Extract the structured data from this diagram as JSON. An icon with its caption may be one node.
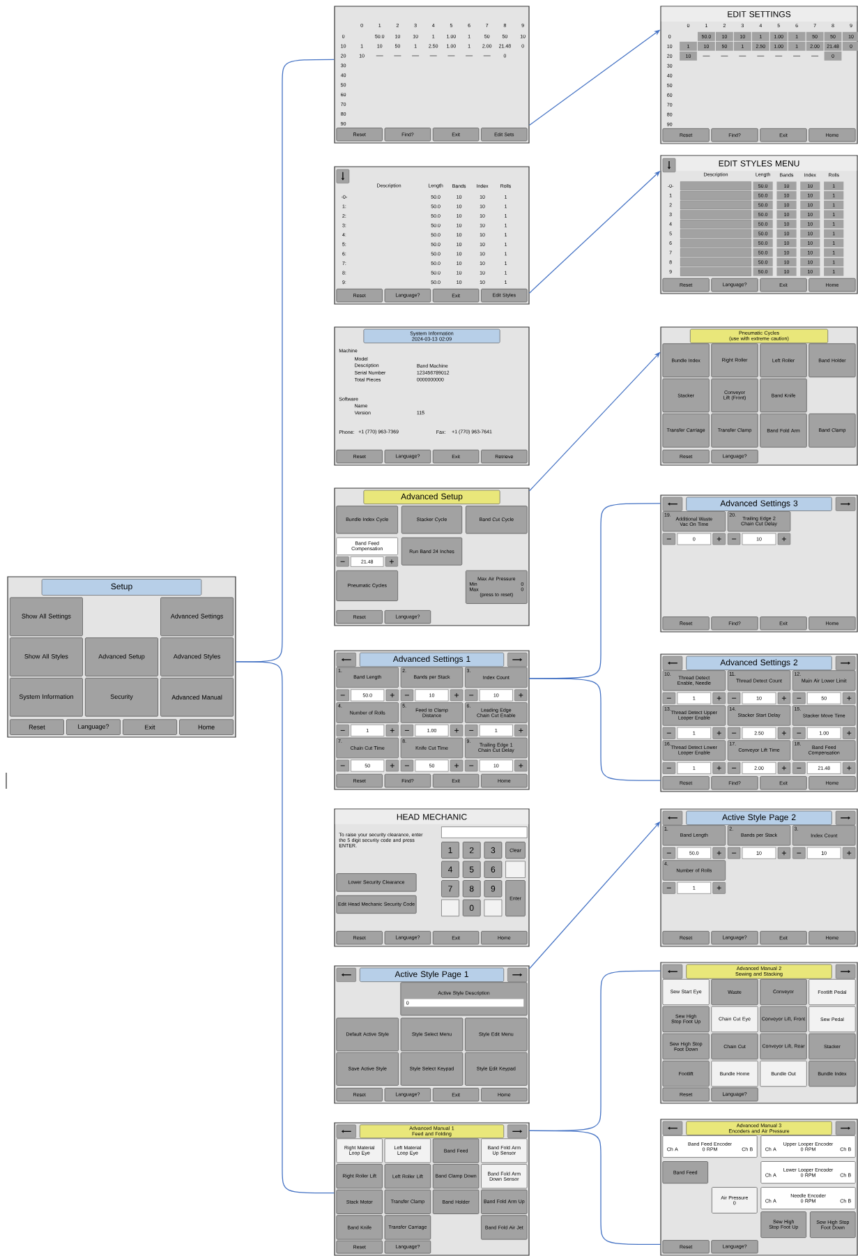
{
  "diagram": {
    "nodes": [
      {
        "text": [
          "Setup"
        ]
      },
      {
        "text": [
          "Show All Settings"
        ],
        "in": 0
      },
      {
        "text": [
          "Advanced Settings"
        ],
        "in": 0
      },
      {
        "text": [
          "Show All Styles"
        ],
        "in": 0
      },
      {
        "text": [
          "Advanced Setup"
        ],
        "in": 0
      },
      {
        "text": [
          "Advanced Styles"
        ],
        "in": 0
      },
      {
        "text": [
          "System Information"
        ],
        "in": 0
      },
      {
        "text": [
          "Security"
        ],
        "in": 0
      },
      {
        "text": [
          "Advanced Manual"
        ],
        "in": 0
      },
      {
        "text": [
          "Reset"
        ],
        "in": 0
      },
      {
        "text": [
          "Language?"
        ],
        "in": 0
      },
      {
        "text": [
          "Exit"
        ],
        "in": 0
      },
      {
        "text": [
          "Home"
        ],
        "in": 0
      },
      {
        "text": [],
        "shape": "box"
      },
      {
        "text": [
          "Reset"
        ],
        "in": 13
      },
      {
        "text": [
          "Find?"
        ],
        "in": 13
      },
      {
        "text": [
          "Exit"
        ],
        "in": 13
      },
      {
        "text": [
          "Edit Sets"
        ],
        "in": 13
      },
      {
        "text": [],
        "shape": "box"
      },
      {
        "text": [
          "Reset"
        ],
        "in": 18
      },
      {
        "text": [
          "Language?"
        ],
        "in": 18
      },
      {
        "text": [
          "Exit"
        ],
        "in": 18
      },
      {
        "text": [
          "Edit Styles"
        ],
        "in": 18
      },
      {
        "text": [
          "System Information",
          "2024-03-13 02:09"
        ]
      },
      {
        "text": [
          "Reset"
        ],
        "in": 23
      },
      {
        "text": [
          "Language?"
        ],
        "in": 23
      },
      {
        "text": [
          "Exit"
        ],
        "in": 23
      },
      {
        "text": [
          "Retrieve"
        ],
        "in": 23
      },
      {
        "text": [
          "Advanced Setup"
        ]
      },
      {
        "text": [
          "Bundle Index Cycle"
        ],
        "in": 28
      },
      {
        "text": [
          "Stacker Cycle"
        ],
        "in": 28
      },
      {
        "text": [
          "Band Cut Cycle"
        ],
        "in": 28
      },
      {
        "text": [
          "Band Feed Compensation",
          "21.48"
        ],
        "in": 28
      },
      {
        "text": [
          "Run Band 24 Inches"
        ],
        "in": 28
      },
      {
        "text": [
          "Pneumatic Cycles"
        ],
        "in": 28
      },
      {
        "text": [
          "Max Air Pressure",
          "Min",
          "0",
          "Max",
          "0",
          "(press to reset)"
        ],
        "in": 28
      },
      {
        "text": [
          "Reset"
        ],
        "in": 28
      },
      {
        "text": [
          "Language?"
        ],
        "in": 28
      },
      {
        "text": [
          "Advanced Settings 1"
        ]
      },
      {
        "text": [
          "1.",
          "Band Length",
          "50.0"
        ],
        "in": 38
      },
      {
        "text": [
          "2.",
          "Bands per Stack",
          "10"
        ],
        "in": 38
      },
      {
        "text": [
          "3.",
          "Index Count",
          "10"
        ],
        "in": 38
      },
      {
        "text": [
          "4.",
          "Number of Rolls",
          "1"
        ],
        "in": 38
      },
      {
        "text": [
          "5.",
          "Feed to Clamp Distance",
          "1.00"
        ],
        "in": 38
      },
      {
        "text": [
          "6.",
          "Leading Edge Chain Cut Enable",
          "1"
        ],
        "in": 38
      },
      {
        "text": [
          "7.",
          "Chain Cut Time",
          "50"
        ],
        "in": 38
      },
      {
        "text": [
          "8.",
          "Knife Cut Time",
          "50"
        ],
        "in": 38
      },
      {
        "text": [
          "9.",
          "Trailing Edge 1 Chain Cut Delay",
          "10"
        ],
        "in": 38
      },
      {
        "text": [
          "Reset"
        ],
        "in": 38
      },
      {
        "text": [
          "Find?"
        ],
        "in": 38
      },
      {
        "text": [
          "Exit"
        ],
        "in": 38
      },
      {
        "text": [
          "Home"
        ],
        "in": 38
      },
      {
        "text": [
          "HEAD MECHANIC"
        ]
      },
      {
        "text": [],
        "shape": "box",
        "in": 52
      },
      {
        "text": [
          "1"
        ],
        "in": 52
      },
      {
        "text": [
          "2"
        ],
        "in": 52
      },
      {
        "text": [
          "3"
        ],
        "in": 52
      },
      {
        "text": [
          "Clear"
        ],
        "in": 52
      },
      {
        "text": [
          "4"
        ],
        "in": 52
      },
      {
        "text": [
          "5"
        ],
        "in": 52
      },
      {
        "text": [
          "6"
        ],
        "in": 52
      },
      {
        "text": [],
        "shape": "box",
        "in": 52
      },
      {
        "text": [
          "7"
        ],
        "in": 52
      },
      {
        "text": [
          "8"
        ],
        "in": 52
      },
      {
        "text": [
          "9"
        ],
        "in": 52
      },
      {
        "text": [
          "Enter"
        ],
        "in": 52
      },
      {
        "text": [],
        "shape": "box",
        "in": 52
      },
      {
        "text": [
          "0"
        ],
        "in": 52
      },
      {
        "text": [],
        "shape": "box",
        "in": 52
      },
      {
        "text": [
          "Lower Security Clearance"
        ],
        "in": 52
      },
      {
        "text": [
          "Edit Head Mechanic Security Code"
        ],
        "in": 52
      },
      {
        "text": [
          "Reset"
        ],
        "in": 52
      },
      {
        "text": [
          "Language?"
        ],
        "in": 52
      },
      {
        "text": [
          "Exit"
        ],
        "in": 52
      },
      {
        "text": [
          "Home"
        ],
        "in": 52
      },
      {
        "text": [
          "Active Style Page 1"
        ]
      },
      {
        "text": [
          "Active Style Description",
          "0"
        ],
        "in": 75
      },
      {
        "text": [
          "Default Active Style"
        ],
        "in": 75
      },
      {
        "text": [
          "Style Select Menu"
        ],
        "in": 75
      },
      {
        "text": [
          "Style Edit Menu"
        ],
        "in": 75
      },
      {
        "text": [
          "Save Active Style"
        ],
        "in": 75
      },
      {
        "text": [
          "Style Select Keypad"
        ],
        "in": 75
      },
      {
        "text": [
          "Style Edit Keypad"
        ],
        "in": 75
      },
      {
        "text": [
          "Reset"
        ],
        "in": 75
      },
      {
        "text": [
          "Language?"
        ],
        "in": 75
      },
      {
        "text": [
          "Exit"
        ],
        "in": 75
      },
      {
        "text": [
          "Home"
        ],
        "in": 75
      },
      {
        "text": [
          "Advanced Manual 1",
          "Feed and Folding"
        ]
      },
      {
        "text": [
          "Right Material Loop Eye"
        ],
        "in": 87
      },
      {
        "text": [
          "Left Material Loop Eye"
        ],
        "in": 87
      },
      {
        "text": [
          "Band Feed"
        ],
        "in": 87
      },
      {
        "text": [
          "Band Fold Arm Up Sensor"
        ],
        "in": 87
      },
      {
        "text": [
          "Right Roller Lift"
        ],
        "in": 87
      },
      {
        "text": [
          "Left Roller Lift"
        ],
        "in": 87
      },
      {
        "text": [
          "Band Clamp Down"
        ],
        "in": 87
      },
      {
        "text": [
          "Band Fold Arm Down Sensor"
        ],
        "in": 87
      },
      {
        "text": [
          "Stack Motor"
        ],
        "in": 87
      },
      {
        "text": [
          "Transfer Clamp"
        ],
        "in": 87
      },
      {
        "text": [
          "Band Holder"
        ],
        "in": 87
      },
      {
        "text": [
          "Band Fold Arm Up"
        ],
        "in": 87
      },
      {
        "text": [
          "Band Knife"
        ],
        "in": 87
      },
      {
        "text": [
          "Transfer Carriage"
        ],
        "in": 87
      },
      {
        "text": [
          "Band Fold Air Jet"
        ],
        "in": 87
      },
      {
        "text": [
          "Reset"
        ],
        "in": 87
      },
      {
        "text": [
          "Language?"
        ],
        "in": 87
      },
      {
        "text": [
          "EDIT SETTINGS"
        ]
      },
      {
        "text": [
          "Reset"
        ],
        "in": 105
      },
      {
        "text": [
          "Find?"
        ],
        "in": 105
      },
      {
        "text": [
          "Exit"
        ],
        "in": 105
      },
      {
        "text": [
          "Home"
        ],
        "in": 105
      },
      {
        "text": [
          "EDIT STYLES MENU"
        ]
      },
      {
        "text": [
          "Reset"
        ],
        "in": 110
      },
      {
        "text": [
          "Language?"
        ],
        "in": 110
      },
      {
        "text": [
          "Exit"
        ],
        "in": 110
      },
      {
        "text": [
          "Home"
        ],
        "in": 110
      },
      {
        "text": [
          "Pneumatic Cycles",
          "(use with extreme caution)"
        ]
      },
      {
        "text": [
          "Bundle Index"
        ],
        "in": 115
      },
      {
        "text": [
          "Right Roller"
        ],
        "in": 115
      },
      {
        "text": [
          "Left Roller"
        ],
        "in": 115
      },
      {
        "text": [
          "Band Holder"
        ],
        "in": 115
      },
      {
        "text": [
          "Stacker"
        ],
        "in": 115
      },
      {
        "text": [
          "Conveyor Lift (Front)"
        ],
        "in": 115
      },
      {
        "text": [
          "Band Knife"
        ],
        "in": 115
      },
      {
        "text": [
          "Transfer Carriage"
        ],
        "in": 115
      },
      {
        "text": [
          "Transfer Clamp"
        ],
        "in": 115
      },
      {
        "text": [
          "Band Fold Arm"
        ],
        "in": 115
      },
      {
        "text": [
          "Band Clamp"
        ],
        "in": 115
      },
      {
        "text": [
          "Reset"
        ],
        "in": 115
      },
      {
        "text": [
          "Language?"
        ],
        "in": 115
      },
      {
        "text": [
          "Advanced Settings 3"
        ]
      },
      {
        "text": [
          "19.",
          "Additional Waste Vac On Time",
          "0"
        ],
        "in": 129
      },
      {
        "text": [
          "20.",
          "Trailing Edge 2 Chain Cut Delay",
          "10"
        ],
        "in": 129
      },
      {
        "text": [
          "Reset"
        ],
        "in": 129
      },
      {
        "text": [
          "Find?"
        ],
        "in": 129
      },
      {
        "text": [
          "Exit"
        ],
        "in": 129
      },
      {
        "text": [
          "Home"
        ],
        "in": 129
      },
      {
        "text": [
          "Advanced Settings 2"
        ]
      },
      {
        "text": [
          "10.",
          "Thread Detect Enable, Needle",
          "1"
        ],
        "in": 136
      },
      {
        "text": [
          "11.",
          "Thread Detect Count",
          "10"
        ],
        "in": 136
      },
      {
        "text": [
          "12.",
          "Main Air Lower Limit",
          "50"
        ],
        "in": 136
      },
      {
        "text": [
          "13.",
          "Thread Detect Upper Looper Enable",
          "1"
        ],
        "in": 136
      },
      {
        "text": [
          "14.",
          "Stacker Start Delay",
          "2.50"
        ],
        "in": 136
      },
      {
        "text": [
          "15.",
          "Stacker Move Time",
          "1.00"
        ],
        "in": 136
      },
      {
        "text": [
          "16.",
          "Thread Detect Lower Looper Enable",
          "1"
        ],
        "in": 136
      },
      {
        "text": [
          "17.",
          "Conveyor Lift Time",
          "2.00"
        ],
        "in": 136
      },
      {
        "text": [
          "18.",
          "Band Feed Compensation",
          "21.48"
        ],
        "in": 136
      },
      {
        "text": [
          "Reset"
        ],
        "in": 136
      },
      {
        "text": [
          "Find?"
        ],
        "in": 136
      },
      {
        "text": [
          "Exit"
        ],
        "in": 136
      },
      {
        "text": [
          "Home"
        ],
        "in": 136
      },
      {
        "text": [
          "Active Style Page 2"
        ]
      },
      {
        "text": [
          "1.",
          "Band Length",
          "50.0"
        ],
        "in": 150
      },
      {
        "text": [
          "2.",
          "Bands per Stack",
          "10"
        ],
        "in": 150
      },
      {
        "text": [
          "3.",
          "Index Count",
          "10"
        ],
        "in": 150
      },
      {
        "text": [
          "4.",
          "Number of Rolls",
          "1"
        ],
        "in": 150
      },
      {
        "text": [
          "Reset"
        ],
        "in": 150
      },
      {
        "text": [
          "Language?"
        ],
        "in": 150
      },
      {
        "text": [
          "Exit"
        ],
        "in": 150
      },
      {
        "text": [
          "Home"
        ],
        "in": 150
      },
      {
        "text": [
          "Advanced Manual 2",
          "Sewing and Stacking"
        ]
      },
      {
        "text": [
          "Sew Start Eye"
        ],
        "in": 159
      },
      {
        "text": [
          "Waste"
        ],
        "in": 159
      },
      {
        "text": [
          "Conveyor"
        ],
        "in": 159
      },
      {
        "text": [
          "Footlift Pedal"
        ],
        "in": 159
      },
      {
        "text": [
          "Sew High Stop Foot Up"
        ],
        "in": 159
      },
      {
        "text": [
          "Chain Cut Eye"
        ],
        "in": 159
      },
      {
        "text": [
          "Conveyor Lift, Front"
        ],
        "in": 159
      },
      {
        "text": [
          "Sew Pedal"
        ],
        "in": 159
      },
      {
        "text": [
          "Sew High Stop Foot Down"
        ],
        "in": 159
      },
      {
        "text": [
          "Chain Cut"
        ],
        "in": 159
      },
      {
        "text": [
          "Conveyor Lift, Rear"
        ],
        "in": 159
      },
      {
        "text": [
          "Stacker"
        ],
        "in": 159
      },
      {
        "text": [
          "Footlift"
        ],
        "in": 159
      },
      {
        "text": [
          "Bundle Home"
        ],
        "in": 159
      },
      {
        "text": [
          "Bundle Out"
        ],
        "in": 159
      },
      {
        "text": [
          "Bundle Index"
        ],
        "in": 159
      },
      {
        "text": [
          "Reset"
        ],
        "in": 159
      },
      {
        "text": [
          "Language?"
        ],
        "in": 159
      },
      {
        "text": [
          "Advanced Manual 3",
          "Encoders and Air Pressure"
        ]
      },
      {
        "text": [
          "Band Feed Encoder",
          "Ch A",
          "0 RPM",
          "Ch B"
        ],
        "in": 178
      },
      {
        "text": [
          "Upper Looper Encoder",
          "Ch A",
          "0 RPM",
          "Ch B"
        ],
        "in": 178
      },
      {
        "text": [
          "Band Feed"
        ],
        "in": 178
      },
      {
        "text": [
          "Lower Looper Encoder",
          "Ch A",
          "0 RPM",
          "Ch B"
        ],
        "in": 178
      },
      {
        "text": [
          "Air Pressure",
          "0"
        ],
        "in": 178
      },
      {
        "text": [
          "Needle Encoder",
          "Ch A",
          "0 RPM",
          "Ch B"
        ],
        "in": 178
      },
      {
        "text": [
          "Sew High Stop Foot Up"
        ],
        "in": 178
      },
      {
        "text": [
          "Sew High Stop Foot Down"
        ],
        "in": 178
      },
      {
        "text": [
          "Reset"
        ],
        "in": 178
      },
      {
        "text": [
          "Language?"
        ],
        "in": 178
      }
    ],
    "edges": [
      {
        "from": 0,
        "to": 13,
        "arrow": "none"
      },
      {
        "from": 0,
        "to": 87,
        "arrow": "none"
      },
      {
        "from": 13,
        "to": 105,
        "arrow": "to"
      },
      {
        "from": 18,
        "to": 110,
        "arrow": "to"
      },
      {
        "from": 28,
        "to": 115,
        "arrow": "to"
      },
      {
        "from": 38,
        "to": 129,
        "arrow": "none"
      },
      {
        "from": 38,
        "to": 136,
        "arrow": "none"
      },
      {
        "from": 75,
        "to": 150,
        "arrow": "to"
      },
      {
        "from": 87,
        "to": 159,
        "arrow": "none"
      },
      {
        "from": 87,
        "to": 178,
        "arrow": "none"
      }
    ],
    "labels": [
      "0",
      "1",
      "2",
      "3",
      "4",
      "5",
      "6",
      "7",
      "8",
      "9",
      "0",
      "10",
      "20",
      "30",
      "40",
      "50",
      "60",
      "70",
      "80",
      "90",
      "50.0",
      "10",
      "10",
      "1",
      "1.00",
      "1",
      "50",
      "50",
      "10",
      "1",
      "10",
      "50",
      "1",
      "2.50",
      "1.00",
      "1",
      "2.00",
      "21.48",
      "0",
      "10",
      "0",
      "0",
      "1",
      "2",
      "3",
      "4",
      "5",
      "6",
      "7",
      "8",
      "9",
      "0",
      "10",
      "20",
      "30",
      "40",
      "50",
      "60",
      "70",
      "80",
      "90",
      "50.0",
      "10",
      "10",
      "1",
      "1.00",
      "1",
      "50",
      "50",
      "10",
      "1",
      "10",
      "50",
      "1",
      "2.50",
      "1.00",
      "1",
      "2.00",
      "21.48",
      "0",
      "10",
      "0",
      "Description",
      "Length",
      "Bands",
      "Index",
      "Rolls",
      "-0-",
      "1:",
      "2:",
      "3:",
      "4:",
      "5:",
      "6:",
      "7:",
      "8:",
      "9:",
      "50.0",
      "10",
      "10",
      "1",
      "50.0",
      "10",
      "10",
      "1",
      "50.0",
      "10",
      "10",
      "1",
      "50.0",
      "10",
      "10",
      "1",
      "50.0",
      "10",
      "10",
      "1",
      "50.0",
      "10",
      "10",
      "1",
      "50.0",
      "10",
      "10",
      "1",
      "50.0",
      "10",
      "10",
      "1",
      "50.0",
      "10",
      "10",
      "1",
      "50.0",
      "10",
      "10",
      "1",
      "Description",
      "Length",
      "Bands",
      "Index",
      "Rolls",
      "-0-",
      "1",
      "2",
      "3",
      "4",
      "5",
      "6",
      "7",
      "8",
      "9",
      "50.0",
      "10",
      "10",
      "1",
      "50.0",
      "10",
      "10",
      "1",
      "50.0",
      "10",
      "10",
      "1",
      "50.0",
      "10",
      "10",
      "1",
      "50.0",
      "10",
      "10",
      "1",
      "50.0",
      "10",
      "10",
      "1",
      "50.0",
      "10",
      "10",
      "1",
      "50.0",
      "10",
      "10",
      "1",
      "50.0",
      "10",
      "10",
      "1",
      "50.0",
      "10",
      "10",
      "1",
      "Machine",
      "Model",
      "Description",
      "Band Machine",
      "Serial Number",
      "123456789012",
      "Total Pieces",
      "0000000000",
      "Software",
      "Name",
      "Version",
      "115",
      "Phone:",
      "+1 (770) 963-7369",
      "Fax:",
      "+1 (770) 963-7641",
      "To raise your security clearance, enter the 5 digit security code and press ENTER."
    ]
  }
}
